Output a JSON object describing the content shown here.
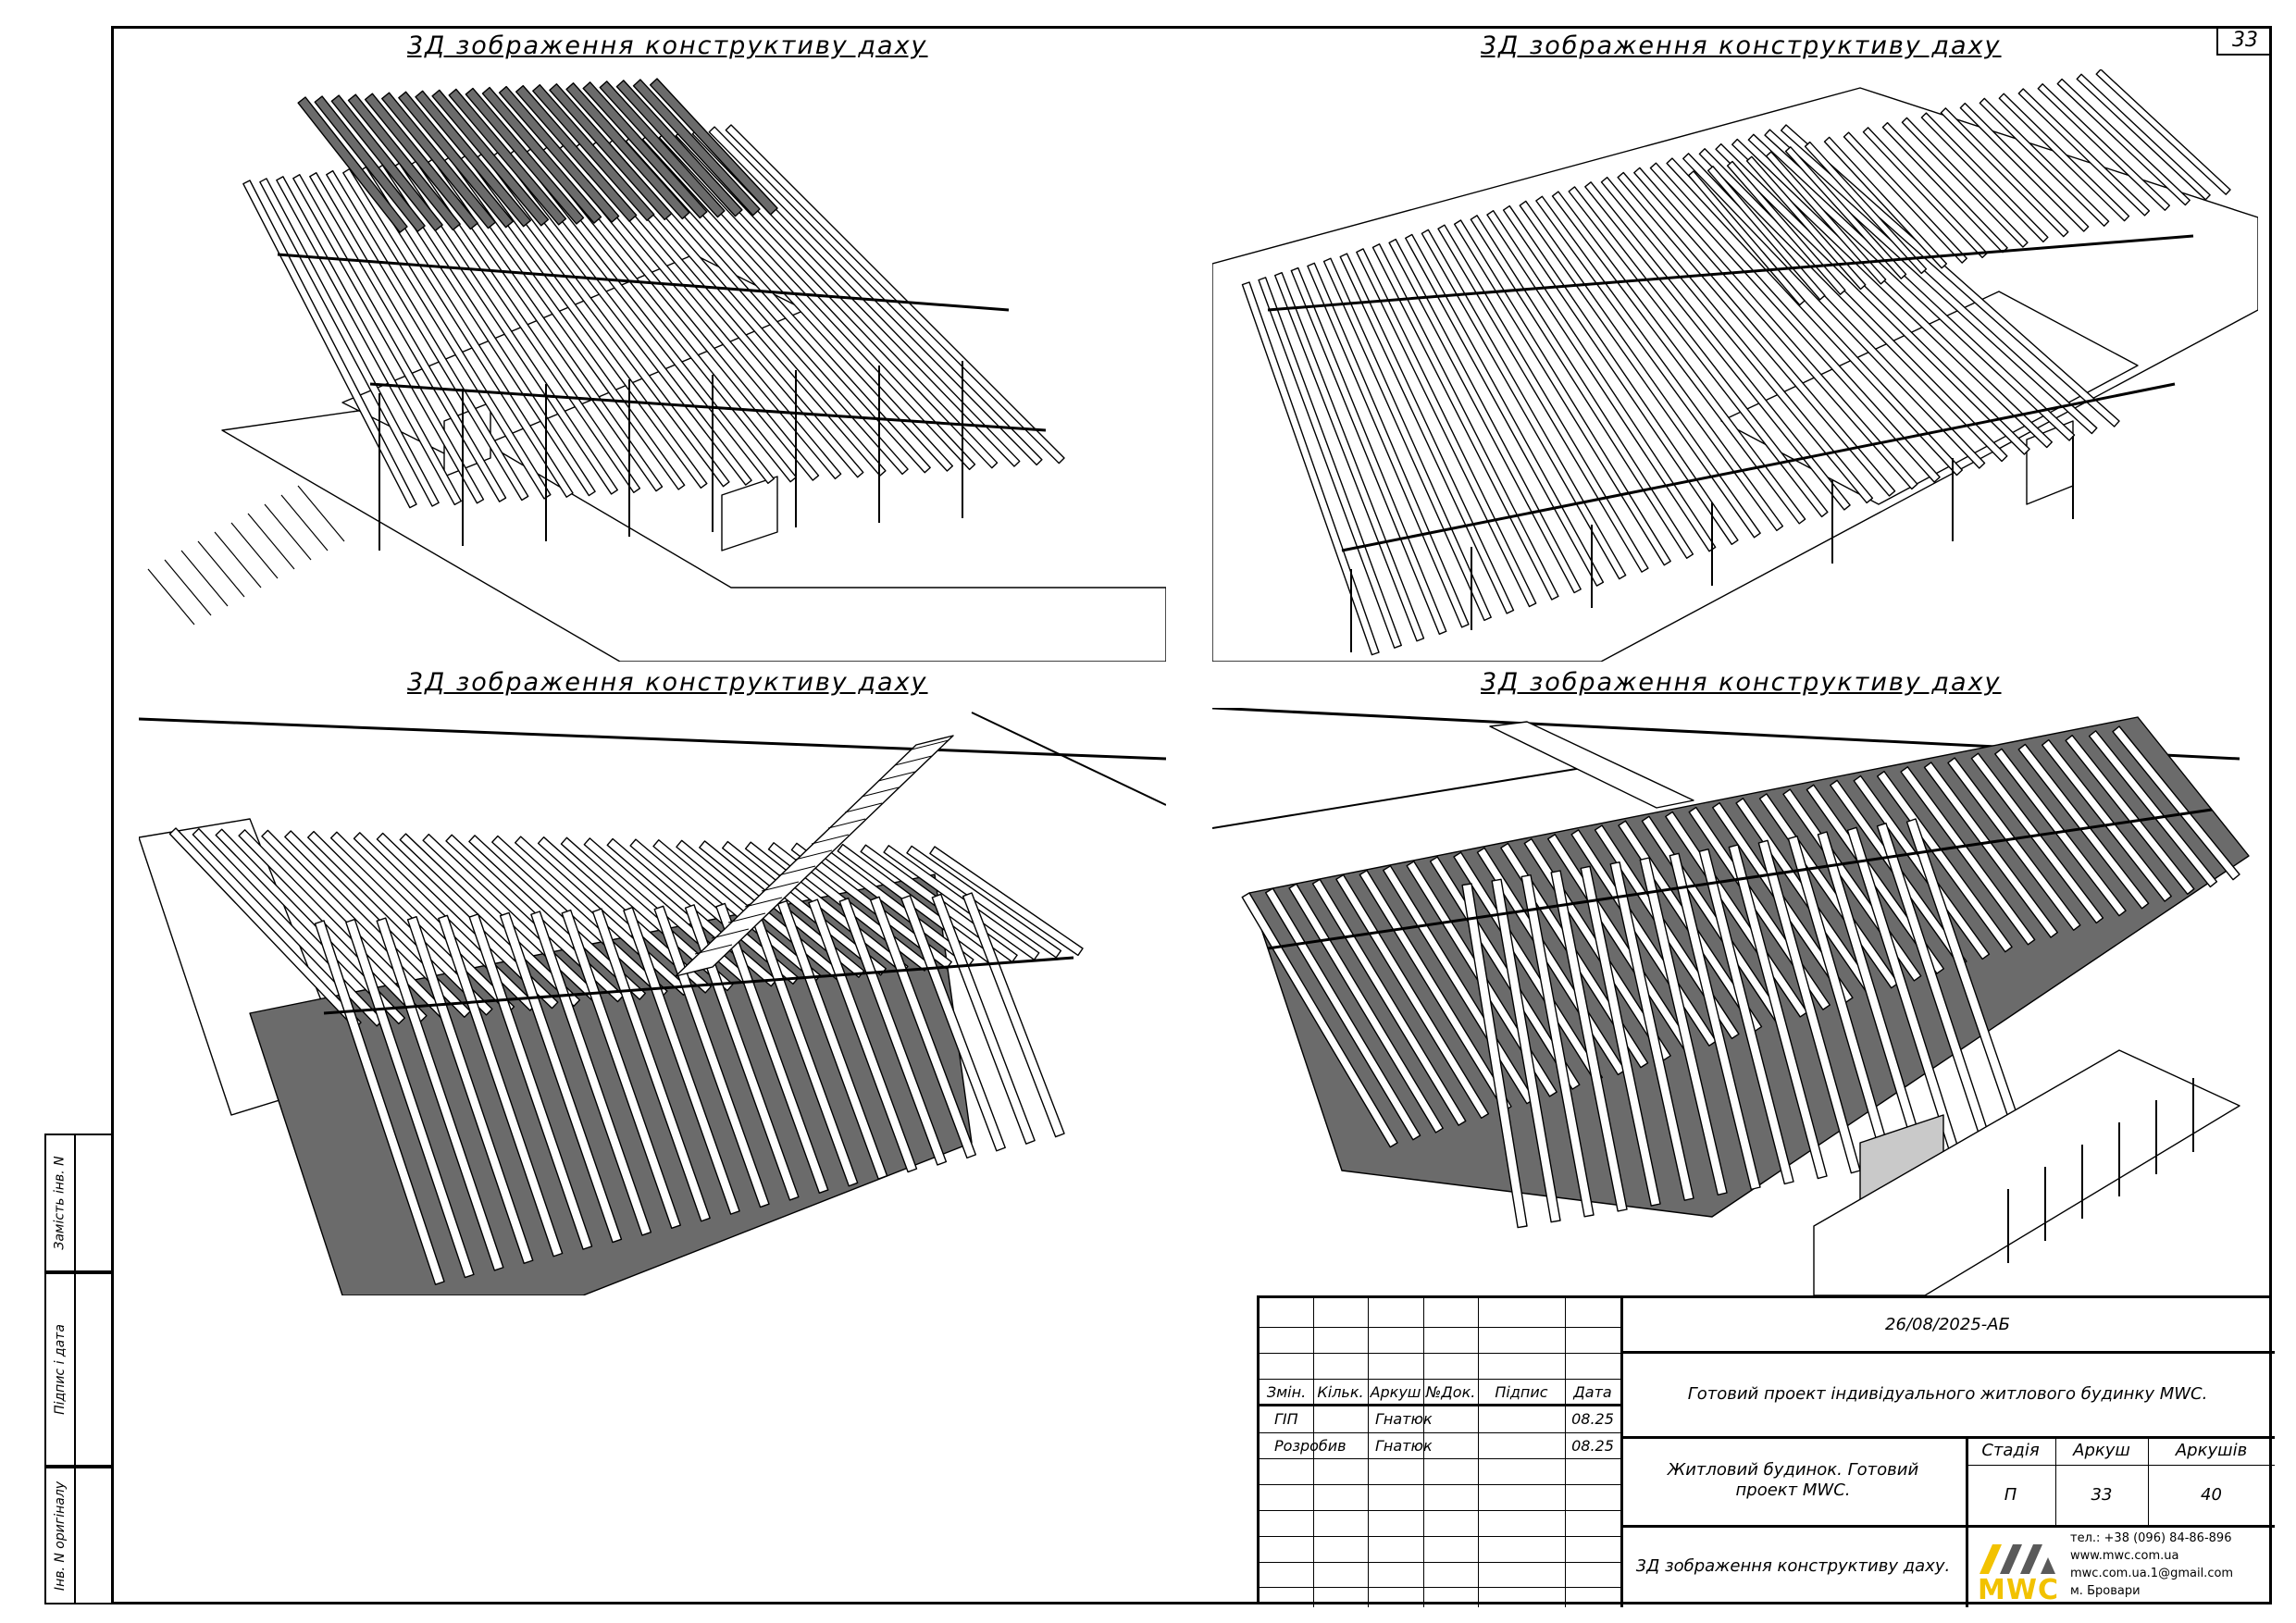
{
  "sheet": {
    "number": "33"
  },
  "views": [
    {
      "title": "3Д зображення конструктиву даху"
    },
    {
      "title": "3Д зображення конструктиву даху"
    },
    {
      "title": "3Д зображення конструктиву даху"
    },
    {
      "title": "3Д зображення конструктиву даху"
    }
  ],
  "side_stamp": {
    "replace_inv": "Замість інв. N",
    "sign_date": "Підпис і дата",
    "orig_inv": "Інв. N оригіналу"
  },
  "title_block": {
    "code": "26/08/2025-АБ",
    "project": "Готовий проект індивідуального житлового будинку MWC.",
    "building": "Житловий будинок. Готовий проект MWC.",
    "sheet_title": "3Д зображення конструктиву даху.",
    "headers": {
      "change": "Змін.",
      "qty": "Кільк.",
      "sheet": "Аркуш",
      "doc": "№Док.",
      "sign": "Підпис",
      "date": "Дата"
    },
    "stage_label": "Стадія",
    "sheet_label": "Аркуш",
    "sheets_label": "Аркушів",
    "stage": "П",
    "sheet_num": "33",
    "sheets_total": "40",
    "roles": [
      {
        "role": "ГІП",
        "name": "Гнатюк",
        "date": "08.25"
      },
      {
        "role": "Розробив",
        "name": "Гнатюк",
        "date": "08.25"
      }
    ],
    "logo_text": "MWC",
    "contacts": [
      "тел.: +38 (096) 84-86-896",
      "www.mwc.com.ua",
      "mwc.com.ua.1@gmail.com",
      "м. Бровари"
    ]
  },
  "colors": {
    "logo_yellow": "#f2c200",
    "logo_gray": "#5a5a5a",
    "wall_gray": "#6b6b6b"
  }
}
